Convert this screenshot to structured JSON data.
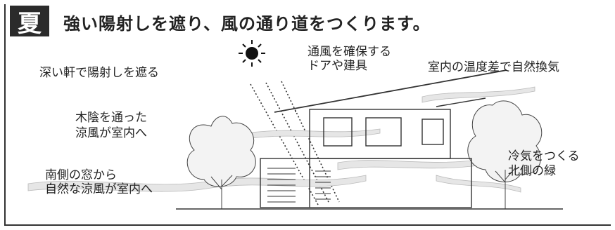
{
  "season_badge": "夏",
  "headline": "強い陽射しを遮り、風の通り道をつくります。",
  "labels": {
    "deep_eaves": "深い軒で陽射しを遮る",
    "doors_line1": "通風を確保する",
    "doors_line2": "ドアや建具",
    "ventilation": "室内の温度差で自然換気",
    "shade_line1": "木陰を通った",
    "shade_line2": "涼風が室内へ",
    "south_line1": "南側の窓から",
    "south_line2": "自然な涼風が室内へ",
    "north_line1": "冷気をつくる",
    "north_line2": "北側の緑"
  },
  "icons": {
    "sun": "sun-icon"
  },
  "colors": {
    "badge_bg": "#2b2b2b",
    "line": "#333333",
    "wind": "#cfcfcf"
  }
}
